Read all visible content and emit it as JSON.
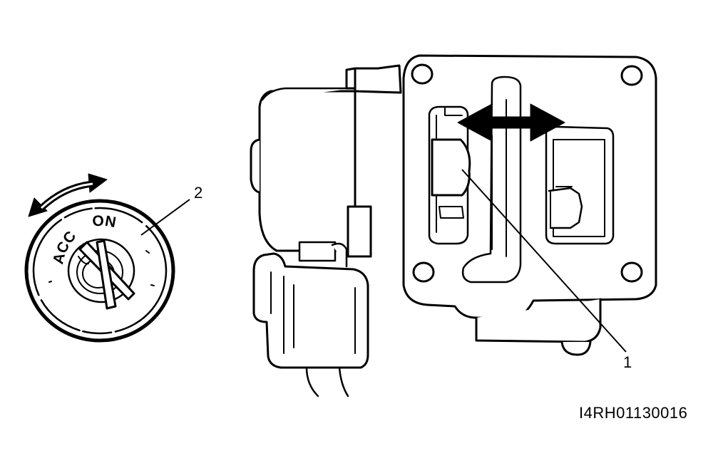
{
  "switch_labels": {
    "acc": "ACC",
    "on": "ON"
  },
  "callouts": {
    "one": "1",
    "two": "2"
  },
  "figure_code": "I4RH01130016",
  "colors": {
    "ink": "#000000",
    "background": "#ffffff"
  }
}
